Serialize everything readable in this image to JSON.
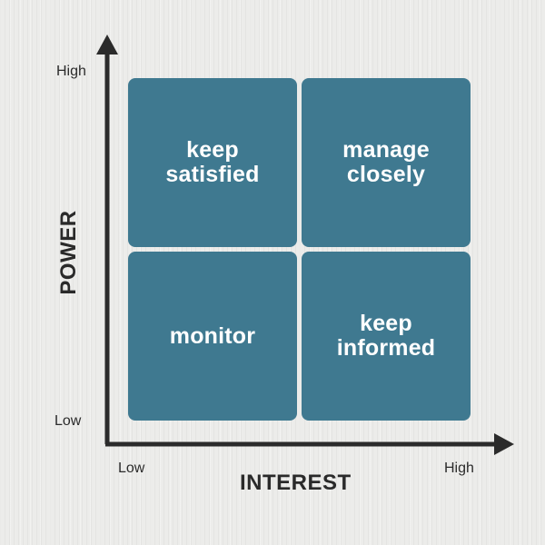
{
  "quadrants": {
    "top_left": "keep\nsatisfied",
    "top_right": "manage\nclosely",
    "bottom_left": "monitor",
    "bottom_right": "keep\ninformed"
  },
  "y_axis": {
    "title": "POWER",
    "high_label": "High",
    "low_label": "Low"
  },
  "x_axis": {
    "title": "INTEREST",
    "low_label": "Low",
    "high_label": "High"
  },
  "colors": {
    "quadrant_fill": "#3f7990",
    "axis": "#2b2b2b",
    "background": "#ececea",
    "label_text": "#ffffff"
  }
}
